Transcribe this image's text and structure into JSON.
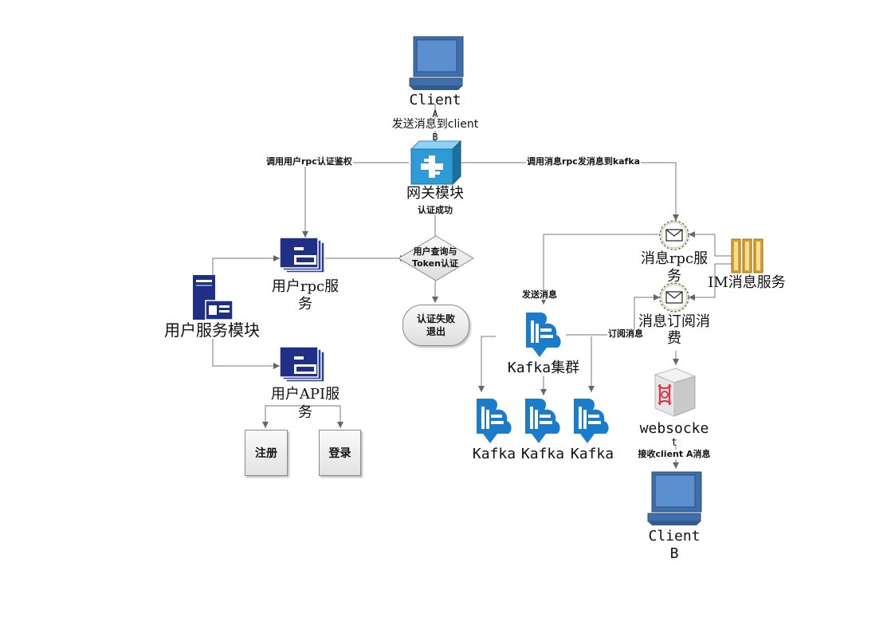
{
  "nodes": {
    "client_a": "Client",
    "client_b_line1": "Client",
    "client_b_line2": "B",
    "gateway": "网关模块",
    "user_service_module": "用户服务模块",
    "user_rpc_line1": "用户rpc服",
    "user_rpc_line2": "务",
    "user_api_line1": "用户API服",
    "user_api_line2": "务",
    "register": "注册",
    "login": "登录",
    "decision_line1": "用户查询与",
    "decision_line2": "Token认证",
    "auth_fail_line1": "认证失败",
    "auth_fail_line2": "退出",
    "msg_rpc_line1": "消息rpc服",
    "msg_rpc_line2": "务",
    "im_service": "IM消息服务",
    "msg_sub_line1": "消息订阅消",
    "msg_sub_line2": "费",
    "kafka_cluster": "Kafka集群",
    "kafka_1": "Kafka",
    "kafka_2": "Kafka",
    "kafka_3": "Kafka",
    "websocket_line1": "websocke",
    "websocket_line2": "t"
  },
  "edges": {
    "send_to_client_b_line1": "A",
    "send_to_client_b_line2": "发送消息到client",
    "send_to_client_b_line3": "B",
    "call_user_rpc_auth": "调用用户rpc认证鉴权",
    "call_msg_rpc_kafka": "调用消息rpc发消息到kafka",
    "auth_success": "认证成功",
    "send_message": "发送消息",
    "subscribe_message": "订阅消息",
    "receive_client_a": "接收client A消息"
  },
  "icons": {
    "client_a": "desktop-computer-icon",
    "client_b": "desktop-computer-icon",
    "gateway": "network-switch-icon",
    "user_service_module": "server-icon",
    "user_rpc": "server-stack-icon",
    "user_api": "server-stack-icon",
    "msg_rpc": "envelope-icon",
    "msg_sub": "envelope-icon",
    "im_service": "message-queue-icon",
    "kafka": "kafka-broker-icon",
    "websocket": "websocket-icon"
  },
  "colors": {
    "computer_blue": "#4a7dbb",
    "server_navy": "#1f2f86",
    "kafka_blue": "#1c7ccc",
    "gateway_cyan": "#2e9bd6",
    "queue_gold": "#d5a12c",
    "websocket_red": "#d9394a",
    "wire_gray": "#7a7a7a"
  }
}
